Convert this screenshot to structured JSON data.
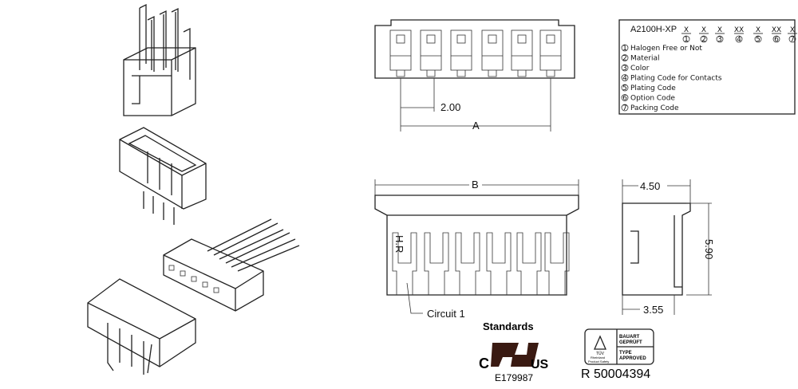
{
  "front_view": {
    "pitch_label": "2.00",
    "width_label": "A"
  },
  "bottom_view": {
    "length_label": "B",
    "marking": "H.R",
    "circuit_label": "Circuit  1"
  },
  "side_view": {
    "depth_label": "4.50",
    "height_label": "5.90",
    "bottom_label": "3.55"
  },
  "part_code": {
    "part_number": "A2100H-XP",
    "segments": [
      "X",
      "X",
      "X",
      "XX",
      "X",
      "XX",
      "X"
    ],
    "numbers": [
      "1",
      "2",
      "3",
      "4",
      "5",
      "6",
      "7"
    ],
    "items": [
      {
        "num": "1",
        "label": "Halogen Free or Not"
      },
      {
        "num": "2",
        "label": "Material"
      },
      {
        "num": "3",
        "label": "Color"
      },
      {
        "num": "4",
        "label": "Plating Code for Contacts"
      },
      {
        "num": "5",
        "label": "Plating Code"
      },
      {
        "num": "6",
        "label": "Option Code"
      },
      {
        "num": "7",
        "label": "Packing Code"
      }
    ]
  },
  "standards": {
    "title": "Standards",
    "ul": {
      "left": "C",
      "right": "US",
      "file": "E179987"
    },
    "tuv": {
      "mark": "TÜV",
      "sub1": "Rheinland",
      "sub2": "Product Safety",
      "text1": "BAUART",
      "text2": "GEPRÜFT",
      "text3": "TYPE",
      "text4": "APPROVED",
      "cert": "R  50004394"
    }
  }
}
